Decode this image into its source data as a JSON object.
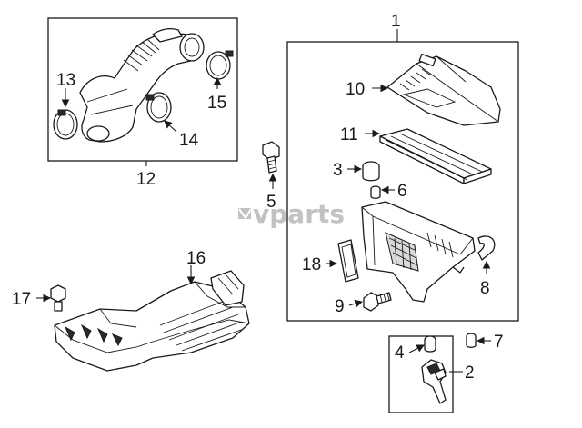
{
  "watermark": "vparts",
  "callouts": {
    "c1": "1",
    "c2": "2",
    "c3": "3",
    "c4": "4",
    "c5": "5",
    "c6": "6",
    "c7": "7",
    "c8": "8",
    "c9": "9",
    "c10": "10",
    "c11": "11",
    "c12": "12",
    "c13": "13",
    "c14": "14",
    "c15": "15",
    "c16": "16",
    "c17": "17",
    "c18": "18"
  }
}
